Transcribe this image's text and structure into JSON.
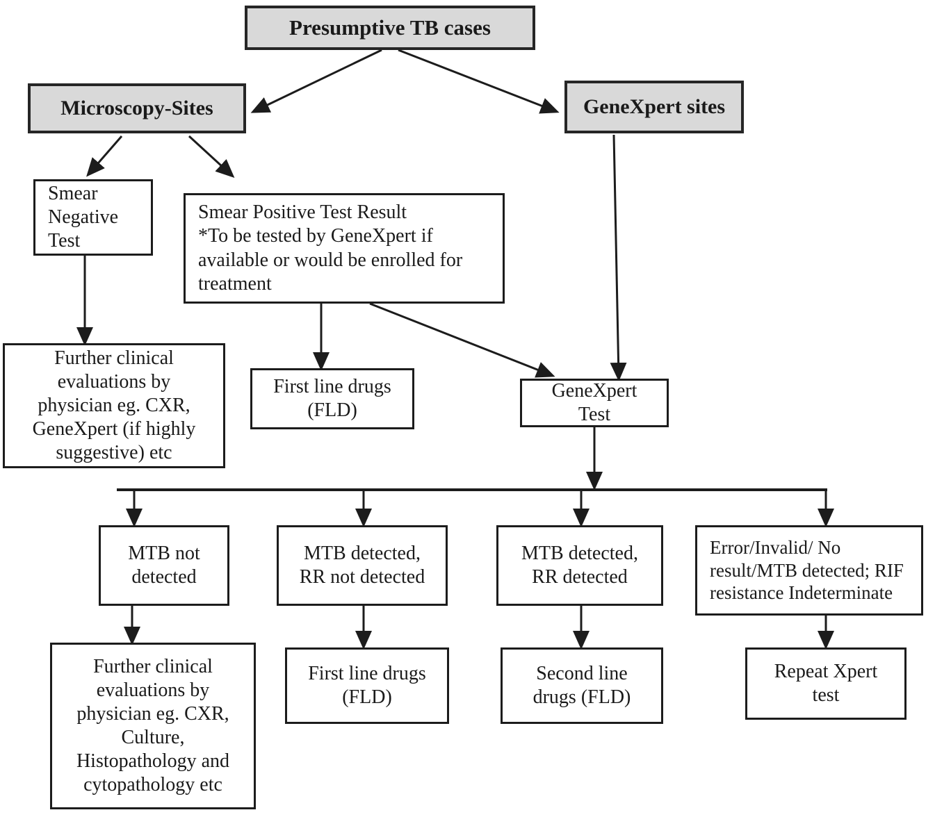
{
  "diagram": {
    "title": "TB diagnostic algorithm flowchart",
    "colors": {
      "shaded_fill": "#d9d9d9",
      "plain_fill": "#ffffff",
      "stroke": "#1c1c1c"
    },
    "nodes": {
      "presumptive": {
        "label": "Presumptive TB cases"
      },
      "microscopy_sites": {
        "label": "Microscopy-Sites"
      },
      "genexpert_sites": {
        "label": "GeneXpert sites"
      },
      "smear_negative": {
        "label": "Smear\nNegative\nTest"
      },
      "smear_positive": {
        "label": "Smear Positive Test Result\n*To be tested by GeneXpert if\navailable or would be enrolled for\ntreatment"
      },
      "further_eval_top": {
        "label": "Further clinical\nevaluations by\nphysician eg. CXR,\nGeneXpert (if highly\nsuggestive) etc"
      },
      "first_line_drugs_top": {
        "label": "First line drugs\n(FLD)"
      },
      "genexpert_test": {
        "label": "GeneXpert\nTest"
      },
      "mtb_not_detected": {
        "label": "MTB not\ndetected"
      },
      "mtb_detected_rr_not": {
        "label": "MTB detected,\nRR not detected"
      },
      "mtb_detected_rr_detected": {
        "label": "MTB detected,\nRR detected"
      },
      "error_invalid": {
        "label": "Error/Invalid/ No\nresult/MTB detected; RIF\nresistance Indeterminate"
      },
      "further_eval_bottom": {
        "label": "Further clinical\nevaluations by\nphysician eg. CXR,\nCulture,\nHistopathology and\ncytopathology etc"
      },
      "first_line_drugs_bottom": {
        "label": "First line drugs\n(FLD)"
      },
      "second_line_drugs": {
        "label": "Second line\ndrugs (FLD)"
      },
      "repeat_xpert": {
        "label": "Repeat Xpert\ntest"
      }
    },
    "edges": [
      {
        "from": "presumptive",
        "to": "microscopy_sites"
      },
      {
        "from": "presumptive",
        "to": "genexpert_sites"
      },
      {
        "from": "microscopy_sites",
        "to": "smear_negative"
      },
      {
        "from": "microscopy_sites",
        "to": "smear_positive"
      },
      {
        "from": "smear_negative",
        "to": "further_eval_top"
      },
      {
        "from": "smear_positive",
        "to": "first_line_drugs_top"
      },
      {
        "from": "smear_positive",
        "to": "genexpert_test"
      },
      {
        "from": "genexpert_sites",
        "to": "genexpert_test"
      },
      {
        "from": "genexpert_test",
        "to": "mtb_not_detected"
      },
      {
        "from": "genexpert_test",
        "to": "mtb_detected_rr_not"
      },
      {
        "from": "genexpert_test",
        "to": "mtb_detected_rr_detected"
      },
      {
        "from": "genexpert_test",
        "to": "error_invalid"
      },
      {
        "from": "mtb_not_detected",
        "to": "further_eval_bottom"
      },
      {
        "from": "mtb_detected_rr_not",
        "to": "first_line_drugs_bottom"
      },
      {
        "from": "mtb_detected_rr_detected",
        "to": "second_line_drugs"
      },
      {
        "from": "error_invalid",
        "to": "repeat_xpert"
      }
    ]
  }
}
